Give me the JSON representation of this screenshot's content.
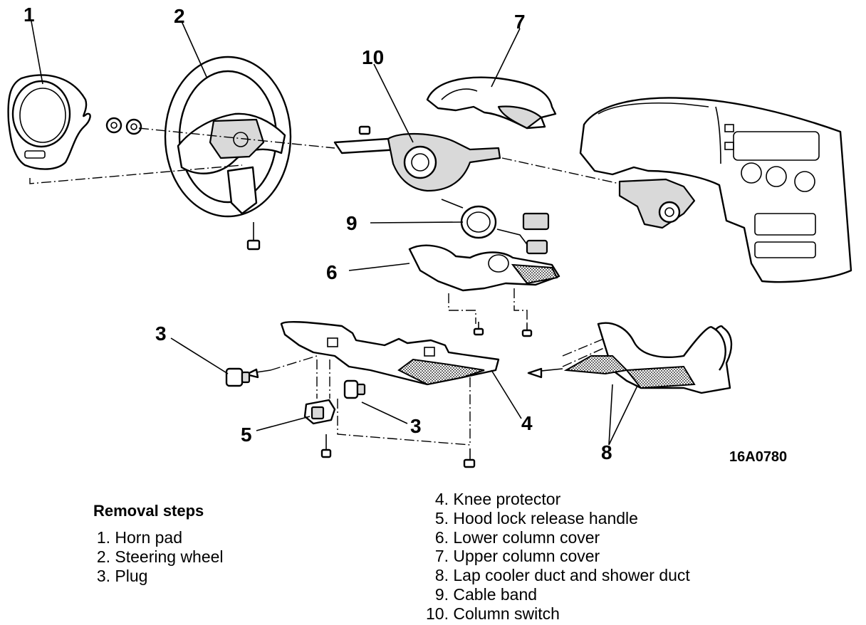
{
  "callouts": {
    "c1": "1",
    "c2": "2",
    "c3a": "3",
    "c3b": "3",
    "c4": "4",
    "c5": "5",
    "c6": "6",
    "c7": "7",
    "c8": "8",
    "c9": "9",
    "c10": "10"
  },
  "figure_code": "16A0780",
  "legend": {
    "title": "Removal steps",
    "items": [
      {
        "num": "1.",
        "label": "Horn pad"
      },
      {
        "num": "2.",
        "label": "Steering wheel"
      },
      {
        "num": "3.",
        "label": "Plug"
      },
      {
        "num": "4.",
        "label": "Knee protector"
      },
      {
        "num": "5.",
        "label": "Hood lock release handle"
      },
      {
        "num": "6.",
        "label": "Lower column cover"
      },
      {
        "num": "7.",
        "label": "Upper column cover"
      },
      {
        "num": "8.",
        "label": "Lap cooler duct and shower duct"
      },
      {
        "num": "9.",
        "label": "Cable band"
      },
      {
        "num": "10.",
        "label": "Column switch"
      }
    ]
  },
  "colors": {
    "ink": "#000000",
    "paper": "#ffffff"
  }
}
